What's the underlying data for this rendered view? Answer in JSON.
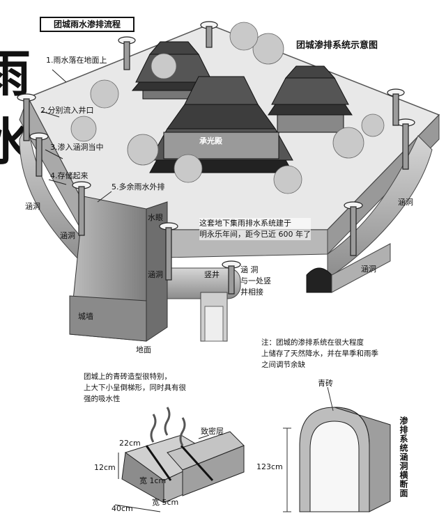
{
  "title": "团城雨水渗排流程",
  "diagram_title": "团城渗排系统示意图",
  "cropped_glyphs": [
    "雨",
    "水"
  ],
  "steps": [
    "1.雨水落在地面上",
    "2.分别流入井口",
    "3.渗入涵洞当中",
    "4.存储起来",
    "5.多余雨水外排"
  ],
  "labels": {
    "hall": "承光殿",
    "culvert_left_1": "涵洞",
    "culvert_left_2": "涵洞",
    "culvert_mid": "涵洞",
    "culvert_right_1": "涵洞",
    "culvert_right_2": "涵洞",
    "water_hole": "水眼",
    "shaft": "竖井",
    "culvert_shaft": "涵 洞\n与一处竖\n井相接",
    "city_wall": "城墙",
    "ground": "地面"
  },
  "notes": {
    "system_age": "这套地下集雨排水系统建于\n明永乐年间，距今已近 600 年了",
    "storage": "注：团城的渗排系统在很大程度\n上储存了天然降水，并在旱季和雨季\n之间调节余缺",
    "brick": "团城上的青砖造型很特别，\n上大下小呈倒梯形，同时具有很\n强的吸水性"
  },
  "brick_detail": {
    "gap_label": "致密层",
    "dim_top": "22cm",
    "dim_height": "12cm",
    "dim_gap_w": "宽 1cm",
    "dim_gap_w2": "宽 5cm",
    "dim_bottom": "40cm"
  },
  "culvert_detail": {
    "vault_label": "青砖",
    "height": "123cm",
    "caption": "渗排系统涵洞横断面"
  },
  "colors": {
    "ink": "#111111",
    "stone": "#9a9a9a",
    "light_stone": "#d9d9d9",
    "roof": "#3a3a3a"
  }
}
